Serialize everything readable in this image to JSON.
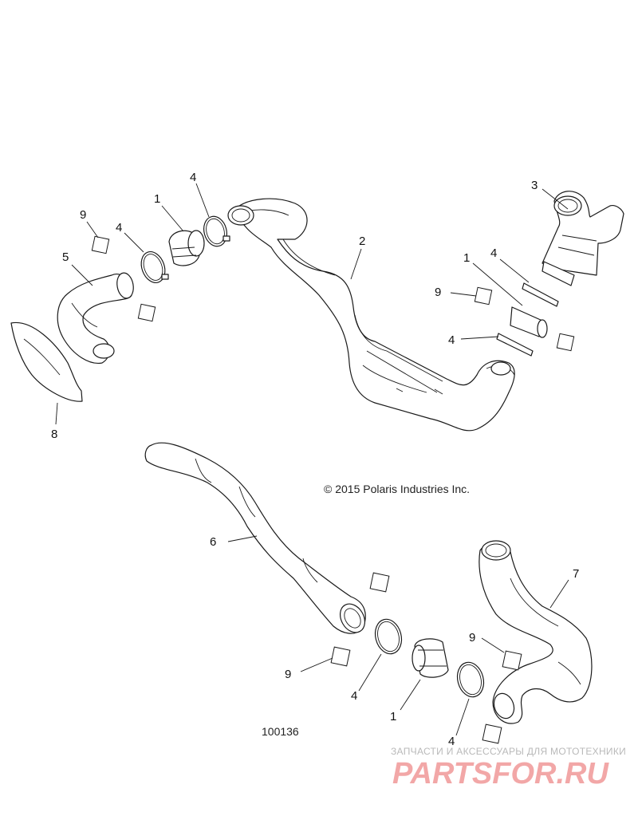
{
  "diagram": {
    "callouts": {
      "c1a": "1",
      "c4a": "4",
      "c9a": "9",
      "c4b": "4",
      "c5": "5",
      "c3": "3",
      "c2": "2",
      "c1b": "1",
      "c4c": "4",
      "c9b": "9",
      "c4d": "4",
      "c8": "8",
      "c6": "6",
      "c7": "7",
      "c9c": "9",
      "c9d": "9",
      "c4e": "4",
      "c1c": "1",
      "c4f": "4"
    },
    "copyright": "© 2015 Polaris Industries Inc.",
    "diagram_number": "100136"
  },
  "watermark": {
    "tagline": "ЗАПЧАСТИ И АКСЕССУАРЫ ДЛЯ МОТОТЕХНИКИ",
    "logo": "PARTSFOR.RU"
  }
}
